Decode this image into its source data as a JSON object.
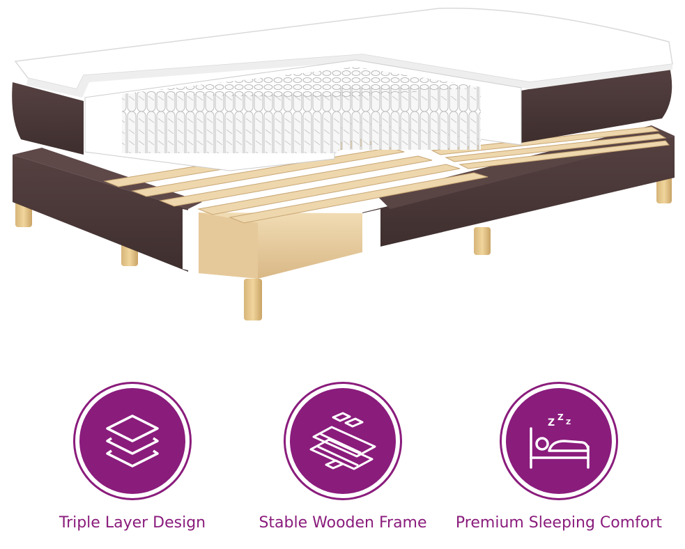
{
  "features": [
    {
      "label": "Triple Layer Design",
      "icon": "layers-icon"
    },
    {
      "label": "Stable Wooden Frame",
      "icon": "wooden-slats-icon"
    },
    {
      "label": "Premium Sleeping Comfort",
      "icon": "sleeping-bed-icon"
    }
  ],
  "colors": {
    "accent": "#8a1c7c",
    "upholstery": "#4a3838",
    "wood": "#e8cfa0",
    "spring": "#f2f2f2",
    "topper": "#ffffff"
  }
}
